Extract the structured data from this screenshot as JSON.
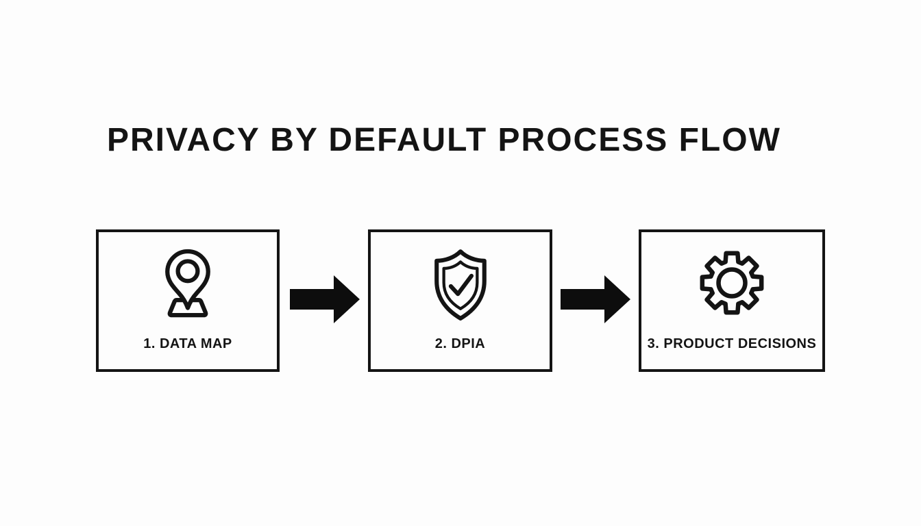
{
  "title": "PRIVACY BY DEFAULT PROCESS FLOW",
  "steps": [
    {
      "label": "1. DATA MAP",
      "icon": "location-pin-icon"
    },
    {
      "label": "2. DPIA",
      "icon": "shield-check-icon"
    },
    {
      "label": "3. PRODUCT DECISIONS",
      "icon": "gear-icon"
    }
  ],
  "colors": {
    "ink": "#141414",
    "background": "#fdfdfd"
  }
}
